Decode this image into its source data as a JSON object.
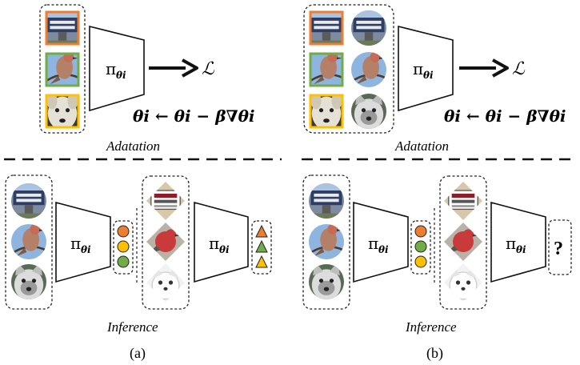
{
  "panel_a": {
    "adaptation_label": "Adatation",
    "inference_label": "Inference",
    "caption": "(a)",
    "loss": "ℒ",
    "policy": "π",
    "policy_sub": "θi",
    "update_rule": "θi ← θi − β∇θi"
  },
  "panel_b": {
    "adaptation_label": "Adatation",
    "inference_label": "Inference",
    "caption": "(b)",
    "loss": "ℒ",
    "policy": "π",
    "policy_sub": "θi",
    "update_rule": "θi ← θi − β∇θi",
    "unknown": "?"
  },
  "colors": {
    "orange": "#ed7d31",
    "yellow": "#ffc000",
    "green": "#70ad47",
    "frame_green": "#70ad47",
    "frame_orange": "#ed7d31",
    "frame_yellow": "#ffc000"
  },
  "icons": [
    "scoreboard-image",
    "bird-image",
    "dog-image",
    "cat-image"
  ]
}
